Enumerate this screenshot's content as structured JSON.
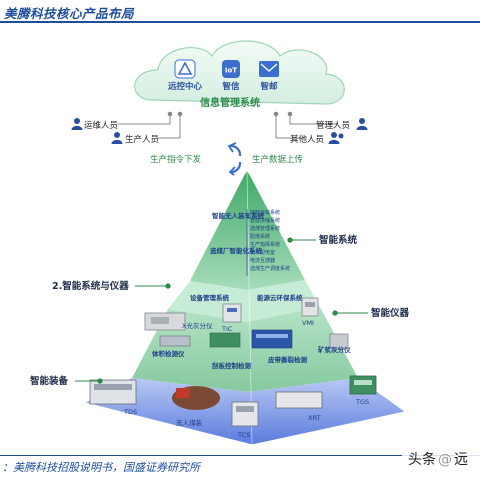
{
  "header": {
    "title": "美腾科技核心产品布局"
  },
  "cloud": {
    "apps": [
      {
        "label": "远控中心",
        "icon": "remote-control-icon"
      },
      {
        "label": "智信",
        "icon": "iot-icon",
        "badge": "IoT"
      },
      {
        "label": "智邮",
        "icon": "mail-icon"
      }
    ],
    "system_label": "信息管理系统"
  },
  "personnel": {
    "left": [
      "运维人员",
      "生产人员"
    ],
    "right": [
      "管理人员",
      "其他人员"
    ]
  },
  "flows": {
    "down": "生产指令下发",
    "up": "生产数据上传"
  },
  "pyramid": {
    "top_items": [
      "智能无人装车系统",
      "选煤厂智能化系统"
    ],
    "top_list": [
      "储装运输系统",
      "智能浓缩系统",
      "选煤管理系统",
      "配煤系统",
      "生产指挥系统",
      "无人配电室",
      "电流互感器",
      "选煤生产调度系统"
    ],
    "band_items": [
      "设备管理系统",
      "能源云环保系统"
    ],
    "instruments": [
      "X光灰分仪",
      "TIC",
      "VMI"
    ],
    "middle_items": [
      "体积检测仪",
      "刮板控制检测",
      "皮带撕裂检测",
      "矿浆灰分仪"
    ],
    "equipment": [
      "TDS",
      "无人煤装",
      "TCS",
      "XRT",
      "TGS"
    ]
  },
  "side_labels": {
    "smart_system": "智能系统",
    "system_instrument": "2.智能系统与仪器",
    "smart_instrument": "智能仪器",
    "smart_equipment": "智能装备"
  },
  "footer": {
    "source": "：美腾科技招股说明书，国盛证券研究所",
    "watermark_a": "头条",
    "watermark_b": "远"
  },
  "colors": {
    "brand_blue": "#1e4d9c",
    "pyramid_top": "#4fb06f",
    "pyramid_mid": "#8fd2a8",
    "pyramid_base": "#6f8ee0",
    "cloud": "#e4f4ec",
    "text_green": "#2c8a4c"
  }
}
